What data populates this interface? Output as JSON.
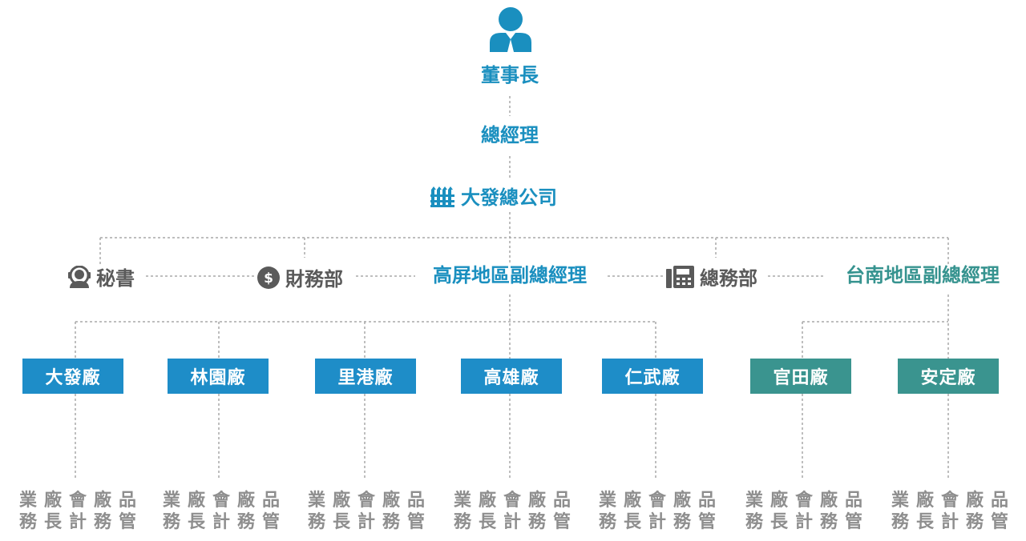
{
  "chairman": {
    "label": "董事長",
    "icon": "person-icon"
  },
  "general_manager": {
    "label": "總經理"
  },
  "company": {
    "label": "大發總公司",
    "icon": "building-icon"
  },
  "secretary": {
    "label": "秘書",
    "icon": "headset-user-icon"
  },
  "finance": {
    "label": "財務部",
    "icon": "dollar-icon"
  },
  "kaohsiung_vp": {
    "label": "高屏地區副總經理"
  },
  "general_affairs": {
    "label": "總務部",
    "icon": "fax-icon"
  },
  "tainan_vp": {
    "label": "台南地區副總經理"
  },
  "factories": [
    {
      "label": "大發廠",
      "group": "kaohsiung"
    },
    {
      "label": "林園廠",
      "group": "kaohsiung"
    },
    {
      "label": "里港廠",
      "group": "kaohsiung"
    },
    {
      "label": "高雄廠",
      "group": "kaohsiung"
    },
    {
      "label": "仁武廠",
      "group": "kaohsiung"
    },
    {
      "label": "官田廠",
      "group": "tainan"
    },
    {
      "label": "安定廠",
      "group": "tainan"
    }
  ],
  "factory_roles": {
    "row1": [
      "業",
      "廠",
      "會",
      "廠",
      "品"
    ],
    "row2": [
      "務",
      "長",
      "計",
      "務",
      "管"
    ]
  },
  "colors": {
    "blue": "#1a8fbf",
    "teal": "#36938f",
    "gray": "#5a5a5a",
    "role_gray": "#8e8e8e"
  }
}
